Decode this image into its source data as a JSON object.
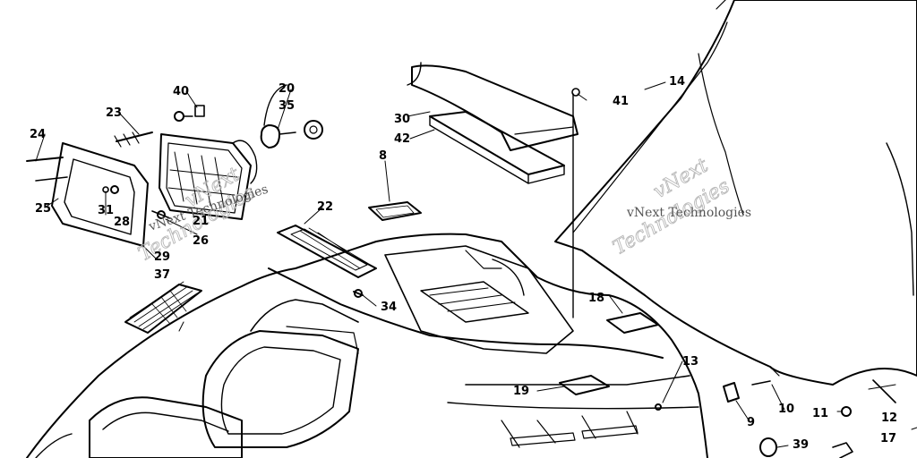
{
  "diagram": {
    "callouts": [
      "40",
      "20",
      "35",
      "14",
      "41",
      "23",
      "24",
      "30",
      "42",
      "8",
      "25",
      "31",
      "28",
      "21",
      "26",
      "22",
      "29",
      "37",
      "34",
      "18",
      "13",
      "19",
      "9",
      "10",
      "11",
      "12",
      "17",
      "39"
    ],
    "watermarks": {
      "outline_1": "vNext",
      "outline_2": "Technologies",
      "plain": "vNext Technologies"
    }
  }
}
